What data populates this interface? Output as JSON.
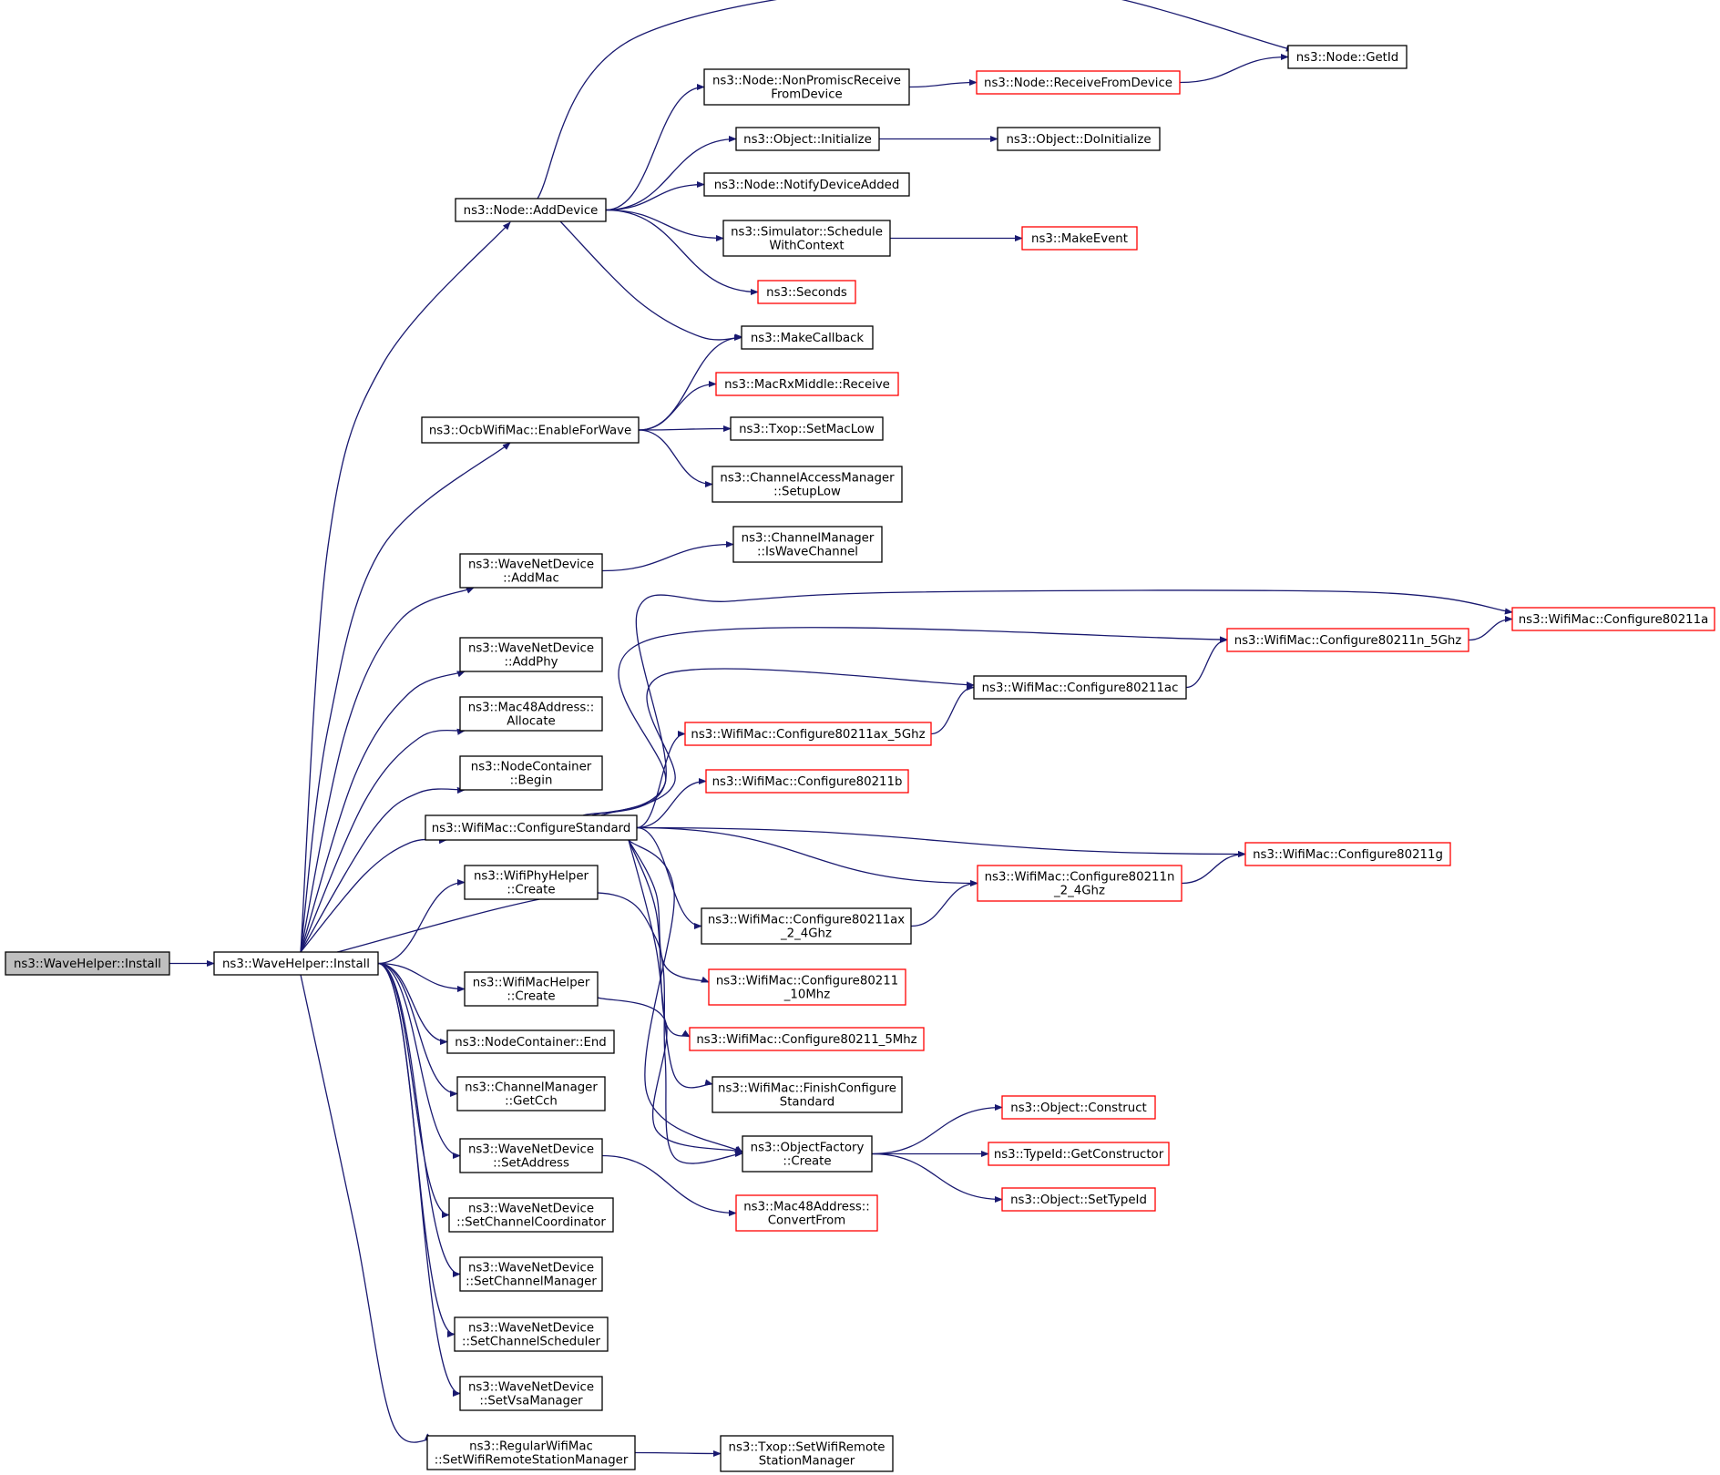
{
  "colors": {
    "edge": "#191970",
    "border_normal": "#000000",
    "border_truncated": "#ff0000",
    "root_fill": "#bfbfbf",
    "node_fill": "#ffffff"
  },
  "nodes": [
    {
      "id": "root",
      "lines": [
        "ns3::WaveHelper::Install"
      ],
      "style": "root"
    },
    {
      "id": "install",
      "lines": [
        "ns3::WaveHelper::Install"
      ],
      "style": "normal"
    },
    {
      "id": "adddevice",
      "lines": [
        "ns3::Node::AddDevice"
      ],
      "style": "normal"
    },
    {
      "id": "enableforwave",
      "lines": [
        "ns3::OcbWifiMac::EnableForWave"
      ],
      "style": "normal"
    },
    {
      "id": "addmac",
      "lines": [
        "ns3::WaveNetDevice",
        "::AddMac"
      ],
      "style": "normal"
    },
    {
      "id": "addphy",
      "lines": [
        "ns3::WaveNetDevice",
        "::AddPhy"
      ],
      "style": "normal"
    },
    {
      "id": "allocate",
      "lines": [
        "ns3::Mac48Address::",
        "Allocate"
      ],
      "style": "normal"
    },
    {
      "id": "begin",
      "lines": [
        "ns3::NodeContainer",
        "::Begin"
      ],
      "style": "normal"
    },
    {
      "id": "configurestandard",
      "lines": [
        "ns3::WifiMac::ConfigureStandard"
      ],
      "style": "normal"
    },
    {
      "id": "phycreate",
      "lines": [
        "ns3::WifiPhyHelper",
        "::Create"
      ],
      "style": "normal"
    },
    {
      "id": "maccreate",
      "lines": [
        "ns3::WifiMacHelper",
        "::Create"
      ],
      "style": "normal"
    },
    {
      "id": "end",
      "lines": [
        "ns3::NodeContainer::End"
      ],
      "style": "normal"
    },
    {
      "id": "getcch",
      "lines": [
        "ns3::ChannelManager",
        "::GetCch"
      ],
      "style": "normal"
    },
    {
      "id": "setaddress",
      "lines": [
        "ns3::WaveNetDevice",
        "::SetAddress"
      ],
      "style": "normal"
    },
    {
      "id": "setchcoord",
      "lines": [
        "ns3::WaveNetDevice",
        "::SetChannelCoordinator"
      ],
      "style": "normal"
    },
    {
      "id": "setchmgr",
      "lines": [
        "ns3::WaveNetDevice",
        "::SetChannelManager"
      ],
      "style": "normal"
    },
    {
      "id": "setchsched",
      "lines": [
        "ns3::WaveNetDevice",
        "::SetChannelScheduler"
      ],
      "style": "normal"
    },
    {
      "id": "setvsa",
      "lines": [
        "ns3::WaveNetDevice",
        "::SetVsaManager"
      ],
      "style": "normal"
    },
    {
      "id": "setremote",
      "lines": [
        "ns3::RegularWifiMac",
        "::SetWifiRemoteStationManager"
      ],
      "style": "normal"
    },
    {
      "id": "nonpromisc",
      "lines": [
        "ns3::Node::NonPromiscReceive",
        "FromDevice"
      ],
      "style": "normal"
    },
    {
      "id": "initialize",
      "lines": [
        "ns3::Object::Initialize"
      ],
      "style": "normal"
    },
    {
      "id": "notifydevice",
      "lines": [
        "ns3::Node::NotifyDeviceAdded"
      ],
      "style": "normal"
    },
    {
      "id": "schedule",
      "lines": [
        "ns3::Simulator::Schedule",
        "WithContext"
      ],
      "style": "normal"
    },
    {
      "id": "seconds",
      "lines": [
        "ns3::Seconds"
      ],
      "style": "truncated"
    },
    {
      "id": "makecallback",
      "lines": [
        "ns3::MakeCallback"
      ],
      "style": "normal"
    },
    {
      "id": "receive",
      "lines": [
        "ns3::MacRxMiddle::Receive"
      ],
      "style": "truncated"
    },
    {
      "id": "setmaclow",
      "lines": [
        "ns3::Txop::SetMacLow"
      ],
      "style": "normal"
    },
    {
      "id": "setuplow",
      "lines": [
        "ns3::ChannelAccessManager",
        "::SetupLow"
      ],
      "style": "normal"
    },
    {
      "id": "iswave",
      "lines": [
        "ns3::ChannelManager",
        "::IsWaveChannel"
      ],
      "style": "normal"
    },
    {
      "id": "cfg_ax5",
      "lines": [
        "ns3::WifiMac::Configure80211ax_5Ghz"
      ],
      "style": "truncated"
    },
    {
      "id": "cfg_b",
      "lines": [
        "ns3::WifiMac::Configure80211b"
      ],
      "style": "truncated"
    },
    {
      "id": "cfg_ax24",
      "lines": [
        "ns3::WifiMac::Configure80211ax",
        "_2_4Ghz"
      ],
      "style": "normal"
    },
    {
      "id": "cfg_10",
      "lines": [
        "ns3::WifiMac::Configure80211",
        "_10Mhz"
      ],
      "style": "truncated"
    },
    {
      "id": "cfg_5",
      "lines": [
        "ns3::WifiMac::Configure80211_5Mhz"
      ],
      "style": "truncated"
    },
    {
      "id": "finishcfg",
      "lines": [
        "ns3::WifiMac::FinishConfigure",
        "Standard"
      ],
      "style": "normal"
    },
    {
      "id": "objfactory",
      "lines": [
        "ns3::ObjectFactory",
        "::Create"
      ],
      "style": "normal"
    },
    {
      "id": "convertfrom",
      "lines": [
        "ns3::Mac48Address::",
        "ConvertFrom"
      ],
      "style": "truncated"
    },
    {
      "id": "txopremote",
      "lines": [
        "ns3::Txop::SetWifiRemote",
        "StationManager"
      ],
      "style": "normal"
    },
    {
      "id": "recvfromdev",
      "lines": [
        "ns3::Node::ReceiveFromDevice"
      ],
      "style": "truncated"
    },
    {
      "id": "doinit",
      "lines": [
        "ns3::Object::DoInitialize"
      ],
      "style": "normal"
    },
    {
      "id": "makeevent",
      "lines": [
        "ns3::MakeEvent"
      ],
      "style": "truncated"
    },
    {
      "id": "getid",
      "lines": [
        "ns3::Node::GetId"
      ],
      "style": "normal"
    },
    {
      "id": "cfg_ac",
      "lines": [
        "ns3::WifiMac::Configure80211ac"
      ],
      "style": "normal"
    },
    {
      "id": "cfg_n24",
      "lines": [
        "ns3::WifiMac::Configure80211n",
        "_2_4Ghz"
      ],
      "style": "truncated"
    },
    {
      "id": "cfg_n5",
      "lines": [
        "ns3::WifiMac::Configure80211n_5Ghz"
      ],
      "style": "truncated"
    },
    {
      "id": "cfg_g",
      "lines": [
        "ns3::WifiMac::Configure80211g"
      ],
      "style": "truncated"
    },
    {
      "id": "cfg_a",
      "lines": [
        "ns3::WifiMac::Configure80211a"
      ],
      "style": "truncated"
    },
    {
      "id": "construct",
      "lines": [
        "ns3::Object::Construct"
      ],
      "style": "truncated"
    },
    {
      "id": "getctor",
      "lines": [
        "ns3::TypeId::GetConstructor"
      ],
      "style": "truncated"
    },
    {
      "id": "settypeid",
      "lines": [
        "ns3::Object::SetTypeId"
      ],
      "style": "truncated"
    }
  ],
  "edges": [
    [
      "root",
      "install"
    ],
    [
      "install",
      "adddevice"
    ],
    [
      "install",
      "enableforwave"
    ],
    [
      "install",
      "addmac"
    ],
    [
      "install",
      "addphy"
    ],
    [
      "install",
      "allocate"
    ],
    [
      "install",
      "begin"
    ],
    [
      "install",
      "configurestandard"
    ],
    [
      "install",
      "phycreate"
    ],
    [
      "install",
      "objfactory"
    ],
    [
      "install",
      "maccreate"
    ],
    [
      "install",
      "end"
    ],
    [
      "install",
      "getcch"
    ],
    [
      "install",
      "setaddress"
    ],
    [
      "install",
      "setchcoord"
    ],
    [
      "install",
      "setchmgr"
    ],
    [
      "install",
      "setchsched"
    ],
    [
      "install",
      "setvsa"
    ],
    [
      "install",
      "setremote"
    ],
    [
      "adddevice",
      "getid"
    ],
    [
      "adddevice",
      "nonpromisc"
    ],
    [
      "adddevice",
      "initialize"
    ],
    [
      "adddevice",
      "notifydevice"
    ],
    [
      "adddevice",
      "schedule"
    ],
    [
      "adddevice",
      "seconds"
    ],
    [
      "adddevice",
      "makecallback"
    ],
    [
      "enableforwave",
      "makecallback"
    ],
    [
      "enableforwave",
      "receive"
    ],
    [
      "enableforwave",
      "setmaclow"
    ],
    [
      "enableforwave",
      "setuplow"
    ],
    [
      "addmac",
      "iswave"
    ],
    [
      "configurestandard",
      "cfg_a"
    ],
    [
      "configurestandard",
      "cfg_n5"
    ],
    [
      "configurestandard",
      "cfg_ac"
    ],
    [
      "configurestandard",
      "cfg_ax5"
    ],
    [
      "configurestandard",
      "cfg_b"
    ],
    [
      "configurestandard",
      "cfg_g"
    ],
    [
      "configurestandard",
      "cfg_n24"
    ],
    [
      "configurestandard",
      "cfg_ax24"
    ],
    [
      "configurestandard",
      "cfg_10"
    ],
    [
      "configurestandard",
      "cfg_5"
    ],
    [
      "configurestandard",
      "finishcfg"
    ],
    [
      "configurestandard",
      "objfactory"
    ],
    [
      "maccreate",
      "objfactory"
    ],
    [
      "setaddress",
      "convertfrom"
    ],
    [
      "setremote",
      "txopremote"
    ],
    [
      "nonpromisc",
      "recvfromdev"
    ],
    [
      "recvfromdev",
      "getid"
    ],
    [
      "initialize",
      "doinit"
    ],
    [
      "schedule",
      "makeevent"
    ],
    [
      "cfg_ax5",
      "cfg_ac"
    ],
    [
      "cfg_ac",
      "cfg_n5"
    ],
    [
      "cfg_n5",
      "cfg_a"
    ],
    [
      "cfg_ax24",
      "cfg_n24"
    ],
    [
      "cfg_n24",
      "cfg_g"
    ],
    [
      "objfactory",
      "construct"
    ],
    [
      "objfactory",
      "getctor"
    ],
    [
      "objfactory",
      "settypeid"
    ]
  ]
}
